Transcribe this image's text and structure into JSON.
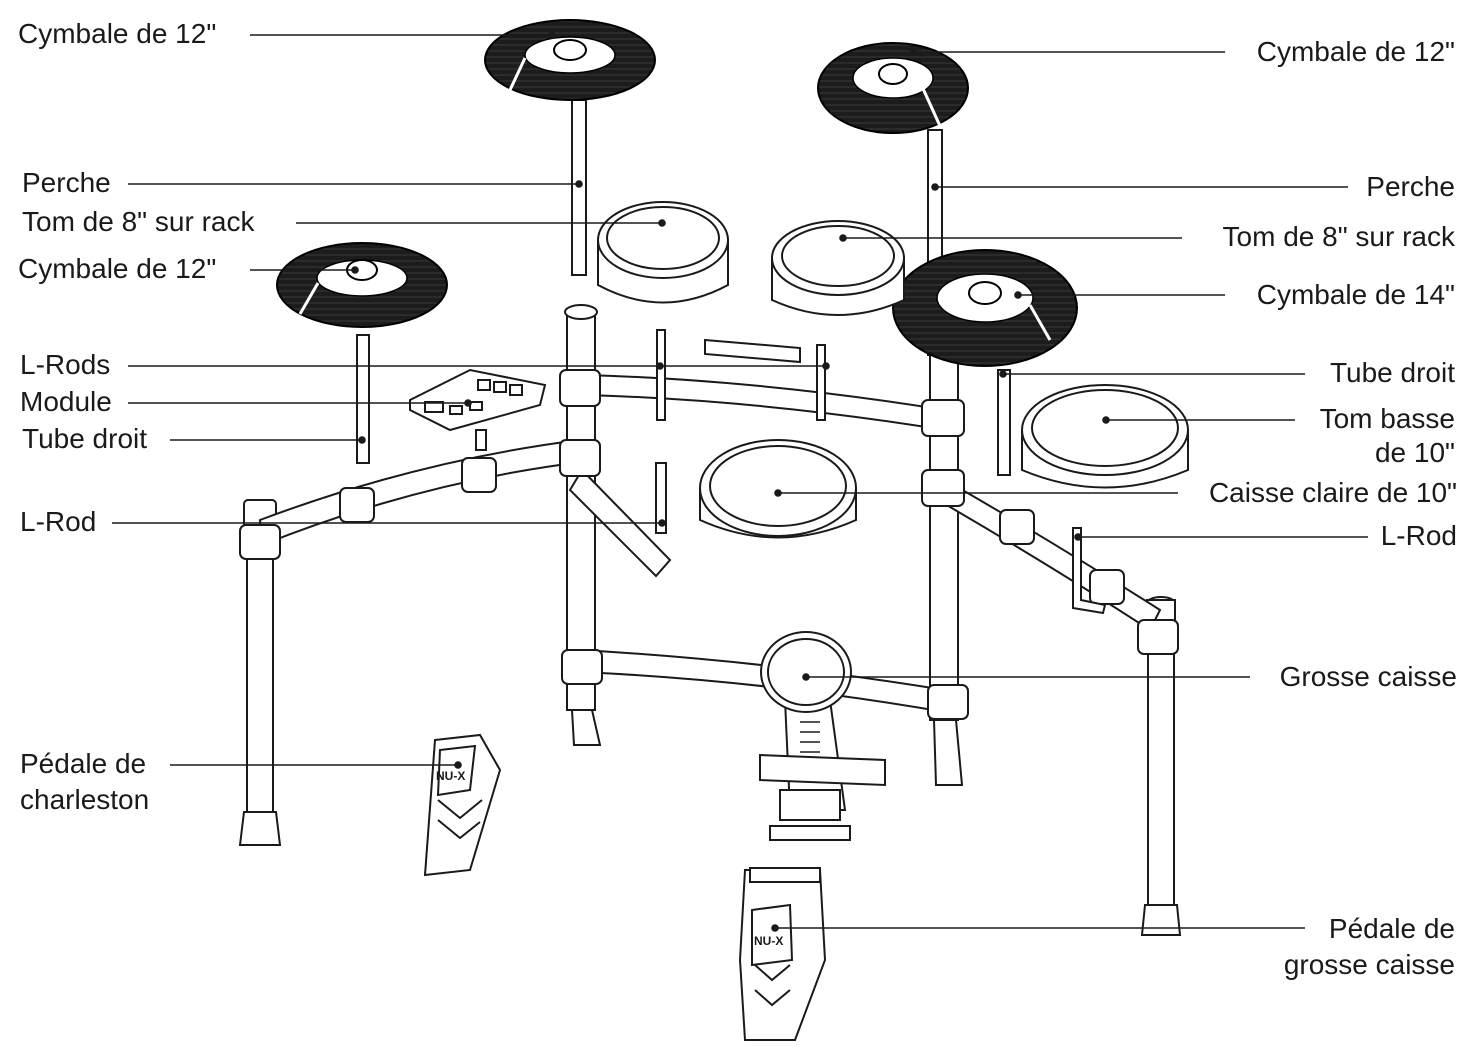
{
  "labels": {
    "cymbal_top_left": "Cymbale de 12\"",
    "perche_left": "Perche",
    "tom_left": "Tom de 8\" sur rack",
    "cymbal_mid_left": "Cymbale de 12\"",
    "lrods": "L-Rods",
    "module": "Module",
    "tube_left": "Tube droit",
    "lrod_left": "L-Rod",
    "hihat_line1": "Pédale de",
    "hihat_line2": "charleston",
    "cymbal_top_right": "Cymbale de 12\"",
    "perche_right": "Perche",
    "tom_right": "Tom de 8\" sur rack",
    "cymbal_crash_right": "Cymbale de 14\"",
    "tube_right": "Tube droit",
    "floor_tom_line1": "Tom basse",
    "floor_tom_line2": "de 10\"",
    "snare": "Caisse claire de 10\"",
    "lrod_right": "L-Rod",
    "kick": "Grosse caisse",
    "kick_pedal_line1": "Pédale de",
    "kick_pedal_line2": "grosse caisse"
  },
  "brand_marks": {
    "logo": "NU-X"
  },
  "colors": {
    "ink": "#1a1a1a",
    "cymbal": "#1c1c1c",
    "accent_red": "#8a1a1a"
  }
}
